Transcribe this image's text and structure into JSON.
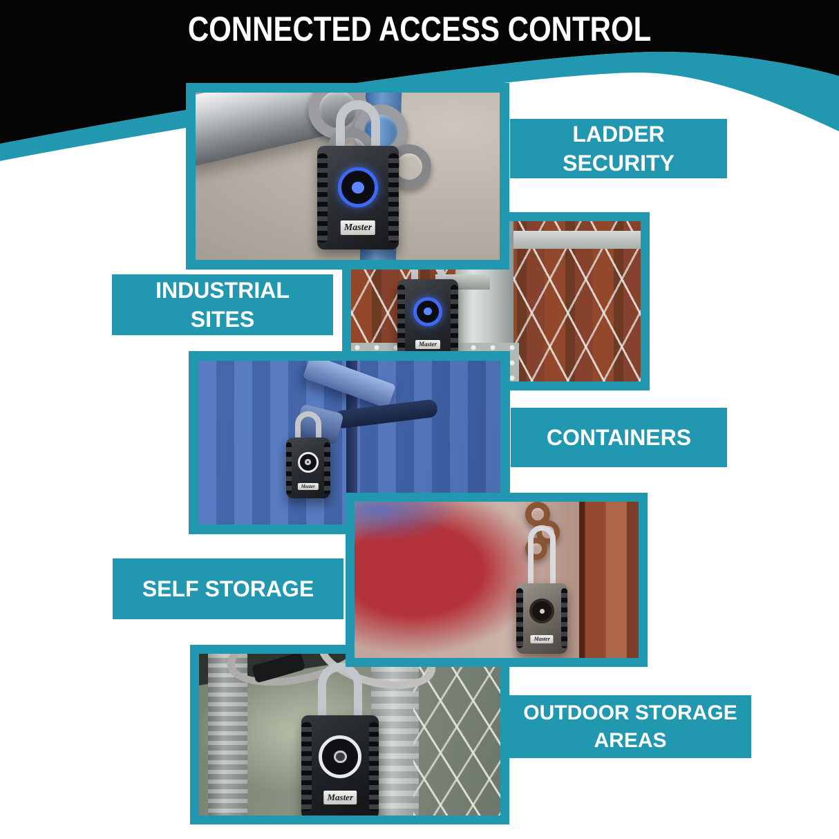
{
  "header": {
    "title": "CONNECTED ACCESS CONTROL"
  },
  "colors": {
    "teal": "#2297b0",
    "header_black": "#050505",
    "banner_text": "#ffffff",
    "title_text": "#ffffff",
    "lock_led_blue": "#3e6af2"
  },
  "banners": [
    {
      "id": "ladder-security",
      "label": "LADDER\nSECURITY"
    },
    {
      "id": "industrial-sites",
      "label": "INDUSTRIAL\nSITES"
    },
    {
      "id": "containers",
      "label": "CONTAINERS"
    },
    {
      "id": "self-storage",
      "label": "SELF STORAGE"
    },
    {
      "id": "outdoor-storage-areas",
      "label": "OUTDOOR STORAGE\nAREAS"
    }
  ],
  "photos": [
    {
      "id": "ladder-security-photo",
      "alt": "Smart padlock and chain securing an aluminum ladder",
      "lock_label": "Master"
    },
    {
      "id": "industrial-sites-photo",
      "alt": "Smart padlock on a galvanized gate with chain-link fence",
      "lock_label": "Master"
    },
    {
      "id": "containers-photo",
      "alt": "Padlock on blue shipping container door latch",
      "lock_label": "Master"
    },
    {
      "id": "self-storage-photo",
      "alt": "Padlock and rusty chain on a storage door",
      "lock_label": "Master"
    },
    {
      "id": "outdoor-storage-photo",
      "alt": "Smart padlock with steel cable on outdoor storage fence",
      "lock_label": "Master"
    }
  ]
}
